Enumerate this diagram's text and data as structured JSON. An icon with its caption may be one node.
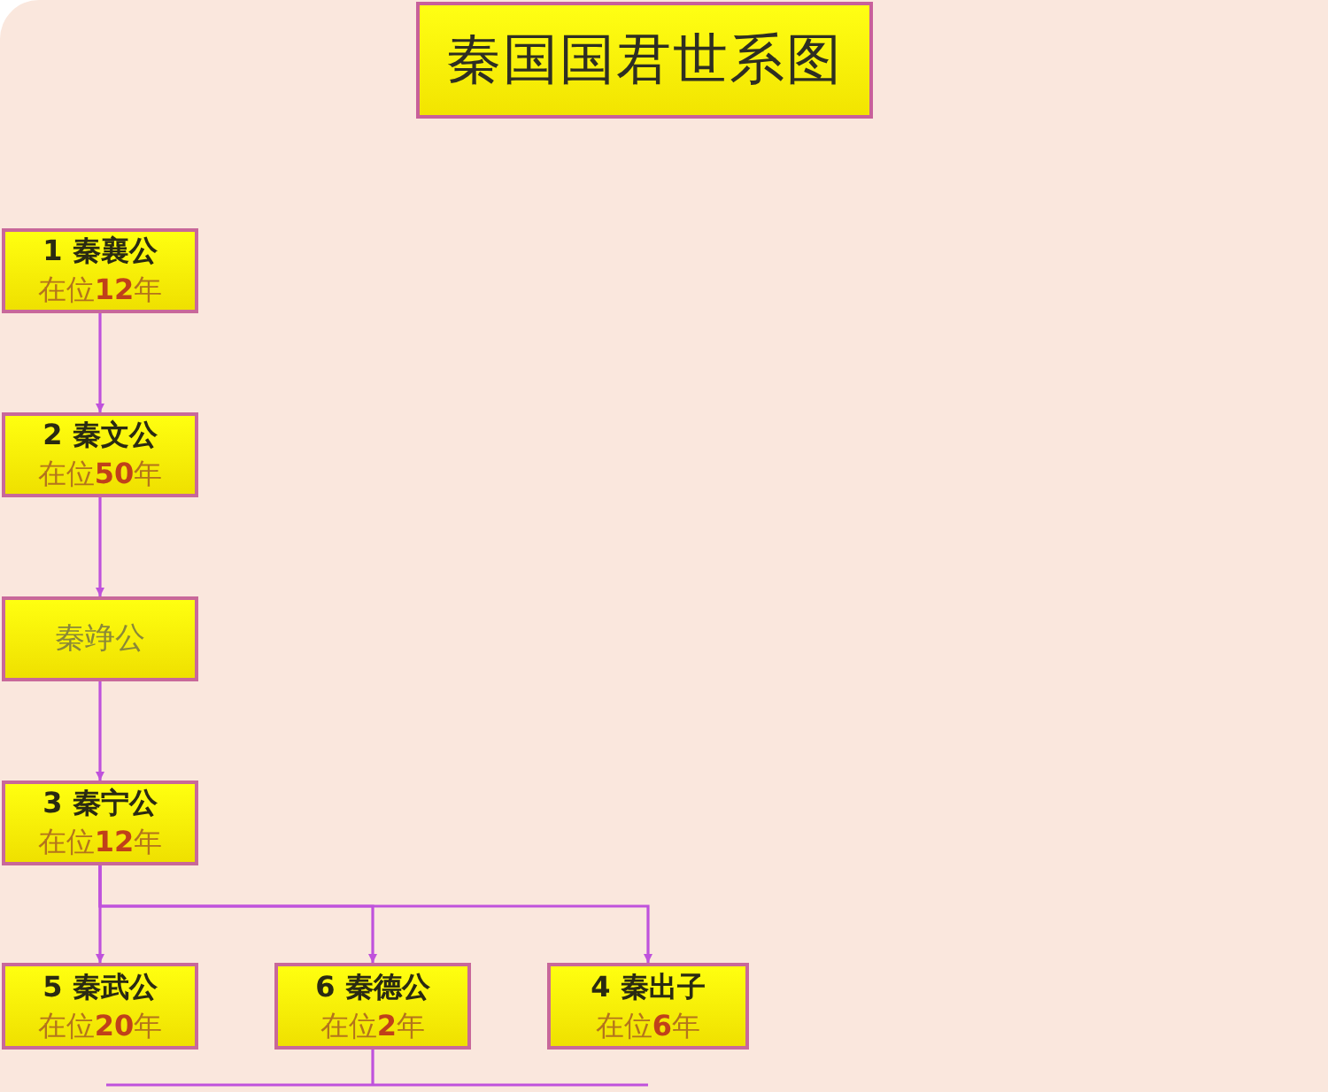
{
  "diagram": {
    "title": "秦国国君世系图",
    "nodes": [
      {
        "text": [
          "1 秦襄公",
          "在位**12**年"
        ]
      },
      {
        "text": [
          "2 秦文公",
          "在位**50**年"
        ]
      },
      {
        "text": [
          "秦竫公"
        ]
      },
      {
        "text": [
          "3 秦宁公",
          "在位**12**年"
        ]
      },
      {
        "text": [
          "5 秦武公",
          "在位**20**年"
        ]
      },
      {
        "text": [
          "6 秦德公",
          "在位**2**年"
        ]
      },
      {
        "text": [
          "4 秦出子",
          "在位**6**年"
        ]
      }
    ],
    "edges": [
      {
        "from": 0,
        "to": 1,
        "arrow": "to"
      },
      {
        "from": 1,
        "to": 2,
        "arrow": "to"
      },
      {
        "from": 2,
        "to": 3,
        "arrow": "to"
      },
      {
        "from": 3,
        "to": 4,
        "arrow": "to"
      },
      {
        "from": 3,
        "to": 5,
        "arrow": "to"
      },
      {
        "from": 3,
        "to": 6,
        "arrow": "to"
      },
      {
        "from": 5,
        "to": null,
        "arrow": "none"
      }
    ]
  }
}
